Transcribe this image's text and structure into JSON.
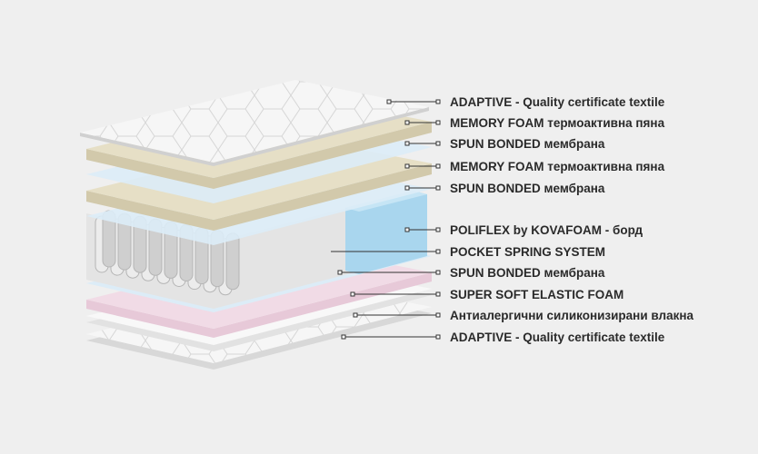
{
  "labels": [
    "ADAPTIVE - Quality certificate textile",
    "MEMORY FOAM термоактивна пяна",
    "SPUN BONDED мембрана",
    "MEMORY FOAM термоактивна пяна",
    "SPUN BONDED мембрана",
    "POLIFLEX by KOVAFOAM - борд",
    "POCKET SPRING SYSTEM",
    "SPUN BONDED мембрана",
    "SUPER SOFT ELASTIC FOAM",
    "Антиалергични силиконизирани влакна",
    "ADAPTIVE - Quality certificate textile"
  ],
  "colors": {
    "textile": "#f4f4f4",
    "memory_foam": "#e6dfc6",
    "spun_bonded": "#dcecf7",
    "poliflex": "#a9d6ee",
    "soft_foam": "#f1dbe6",
    "fibers": "#f7f7f7"
  }
}
